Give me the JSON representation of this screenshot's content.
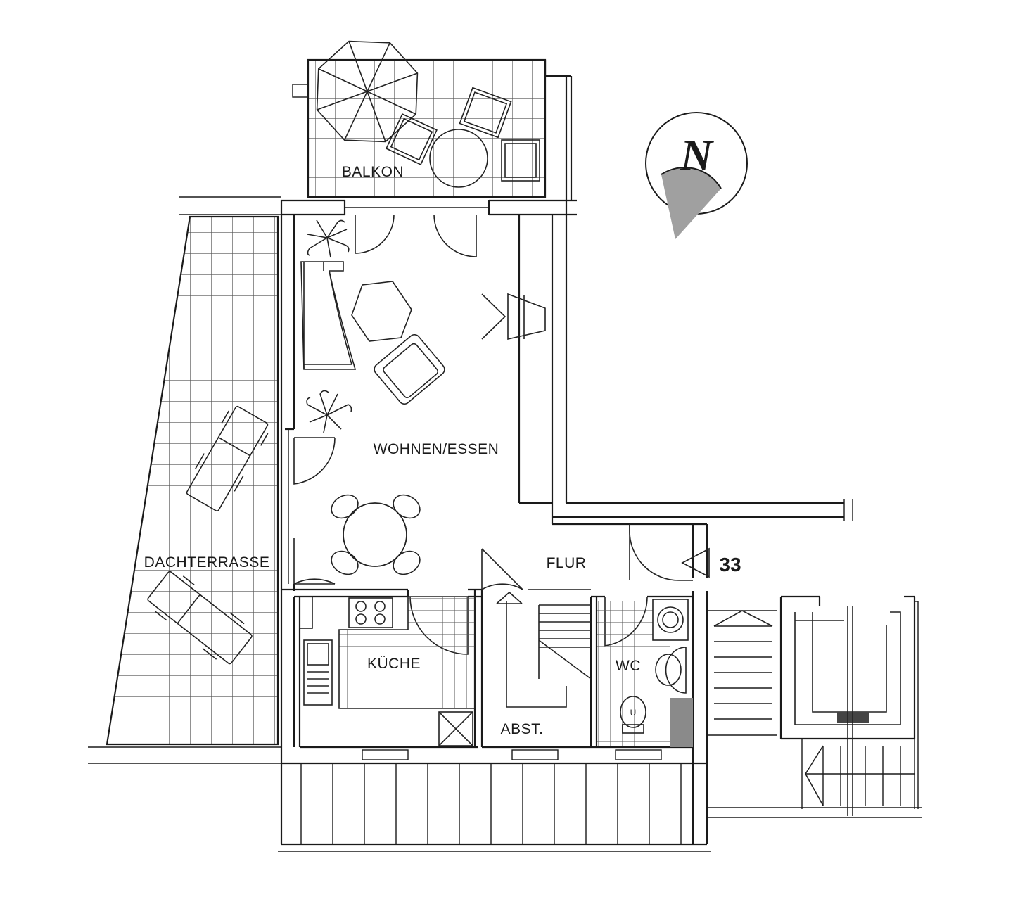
{
  "rooms": {
    "balkon": "BALKON",
    "wohnen": "WOHNEN/ESSEN",
    "dachterrasse": "DACHTERRASSE",
    "flur": "FLUR",
    "kueche": "KÜCHE",
    "wc": "WC",
    "abst": "ABST."
  },
  "unit_number": "33",
  "compass_letter": "N",
  "fixture_letter": "U",
  "colors": {
    "line": "#1a1a1a",
    "shade": "#a0a0a0",
    "background": "#ffffff"
  }
}
